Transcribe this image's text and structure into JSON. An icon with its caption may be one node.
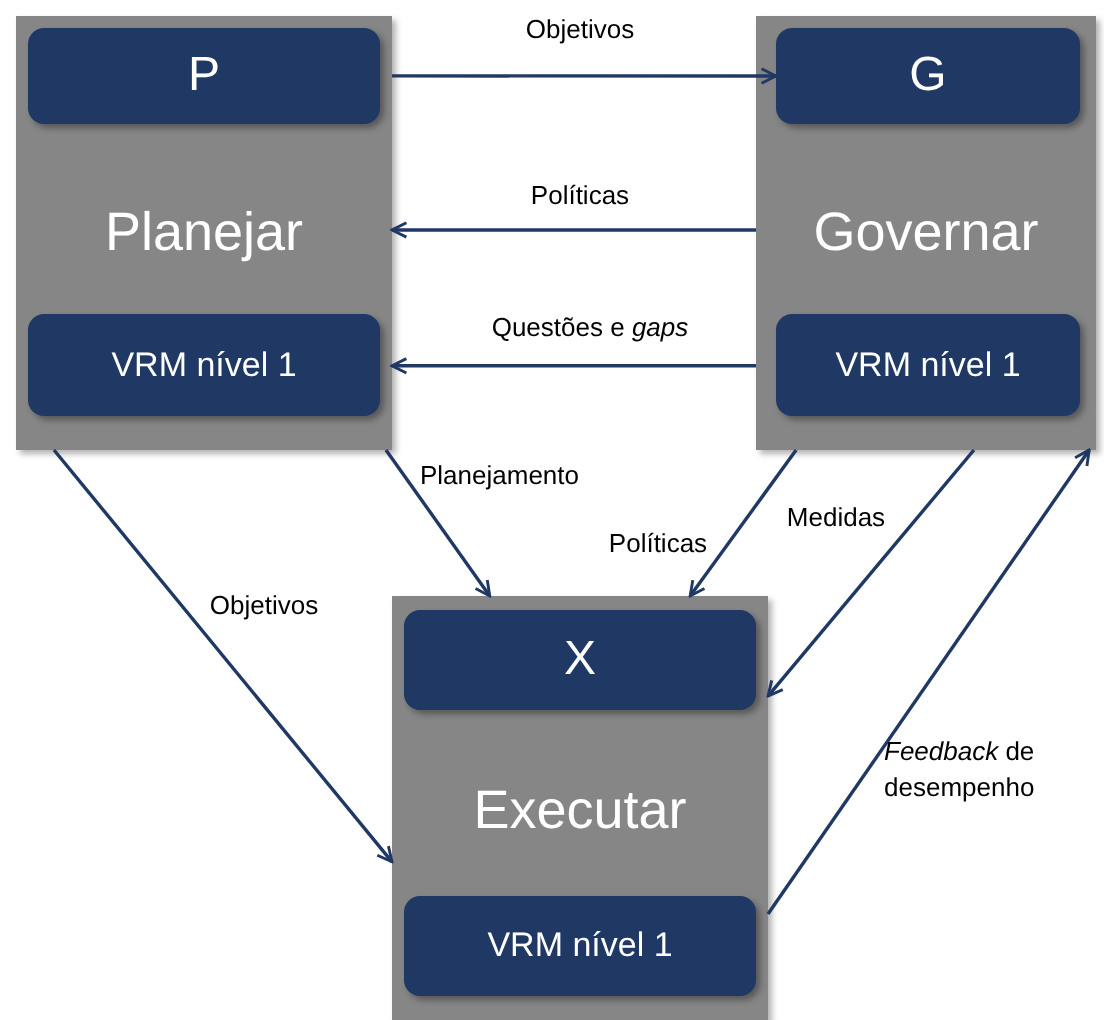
{
  "diagram": {
    "nodes": [
      {
        "text": [
          "Planejar"
        ]
      },
      {
        "text": [
          "P"
        ],
        "in": 0
      },
      {
        "text": [
          "VRM nível 1"
        ],
        "in": 0
      },
      {
        "text": [
          "Governar"
        ]
      },
      {
        "text": [
          "G"
        ],
        "in": 3
      },
      {
        "text": [
          "VRM nível 1"
        ],
        "in": 3
      },
      {
        "text": [
          "Executar"
        ]
      },
      {
        "text": [
          "X"
        ],
        "in": 6
      },
      {
        "text": [
          "VRM nível 1"
        ],
        "in": 6
      }
    ],
    "edges": [
      {
        "from": 0,
        "to": 4,
        "arrow": "to",
        "label": "Objetivos"
      },
      {
        "from": 3,
        "to": 0,
        "arrow": "to",
        "label": "Políticas"
      },
      {
        "from": 3,
        "to": 0,
        "arrow": "to",
        "label": "Questões e *gaps*"
      },
      {
        "from": 0,
        "to": 6,
        "arrow": "to",
        "label": "Planejamento"
      },
      {
        "from": 0,
        "to": 6,
        "arrow": "to",
        "label": "Objetivos"
      },
      {
        "from": 3,
        "to": 6,
        "arrow": "to",
        "label": "Políticas"
      },
      {
        "from": 3,
        "to": 6,
        "arrow": "to",
        "label": "Medidas"
      },
      {
        "from": 6,
        "to": 3,
        "arrow": "to",
        "label": "*Feedback* de desempenho"
      }
    ]
  }
}
